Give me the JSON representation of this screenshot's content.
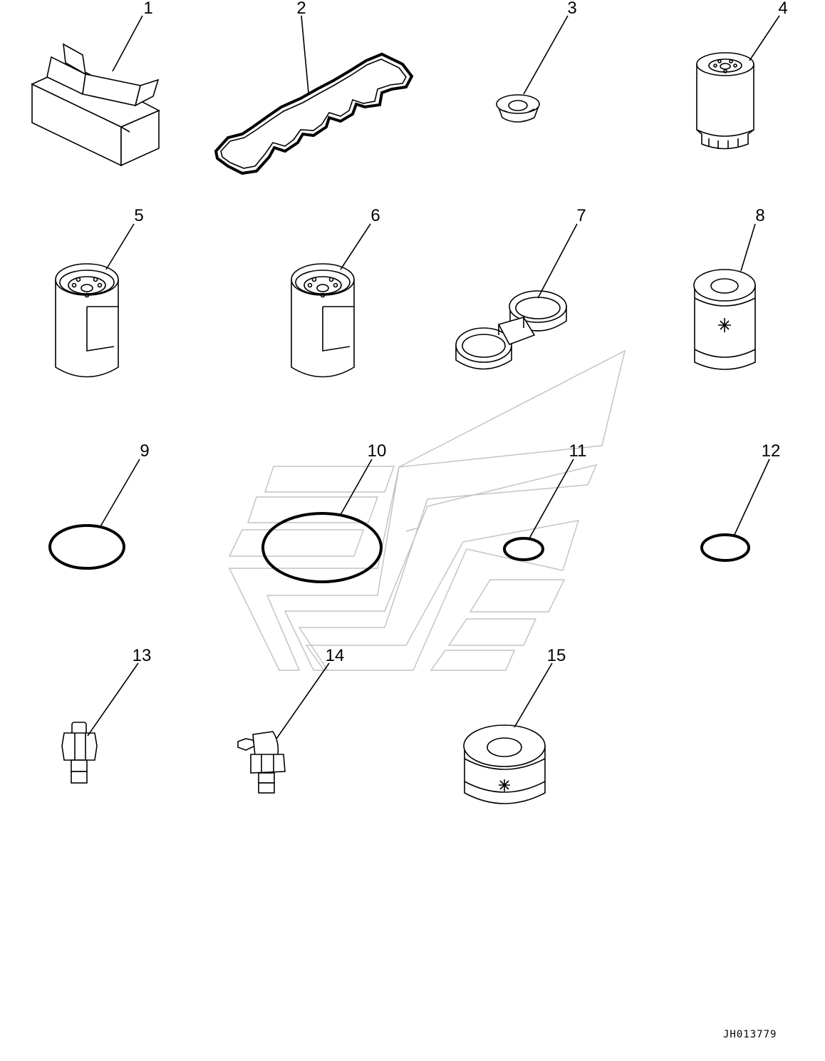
{
  "callouts": {
    "c1": "1",
    "c2": "2",
    "c3": "3",
    "c4": "4",
    "c5": "5",
    "c6": "6",
    "c7": "7",
    "c8": "8",
    "c9": "9",
    "c10": "10",
    "c11": "11",
    "c12": "12",
    "c13": "13",
    "c14": "14",
    "c15": "15"
  },
  "drawing_id": "JH013779",
  "colors": {
    "line": "#000000",
    "watermark": "#c4c4c4",
    "background": "#ffffff"
  },
  "parts": [
    {
      "no": "1",
      "icon": "box-kit-icon"
    },
    {
      "no": "2",
      "icon": "valve-cover-gasket-icon"
    },
    {
      "no": "3",
      "icon": "seal-grommet-icon"
    },
    {
      "no": "4",
      "icon": "spin-on-filter-icon"
    },
    {
      "no": "5",
      "icon": "filter-cartridge-icon"
    },
    {
      "no": "6",
      "icon": "filter-cartridge-icon"
    },
    {
      "no": "7",
      "icon": "double-ring-seal-icon"
    },
    {
      "no": "8",
      "icon": "filter-element-icon"
    },
    {
      "no": "9",
      "icon": "o-ring-icon"
    },
    {
      "no": "10",
      "icon": "o-ring-icon"
    },
    {
      "no": "11",
      "icon": "o-ring-icon"
    },
    {
      "no": "12",
      "icon": "o-ring-icon"
    },
    {
      "no": "13",
      "icon": "grease-fitting-straight-icon"
    },
    {
      "no": "14",
      "icon": "grease-fitting-elbow-icon"
    },
    {
      "no": "15",
      "icon": "air-filter-element-icon"
    }
  ]
}
